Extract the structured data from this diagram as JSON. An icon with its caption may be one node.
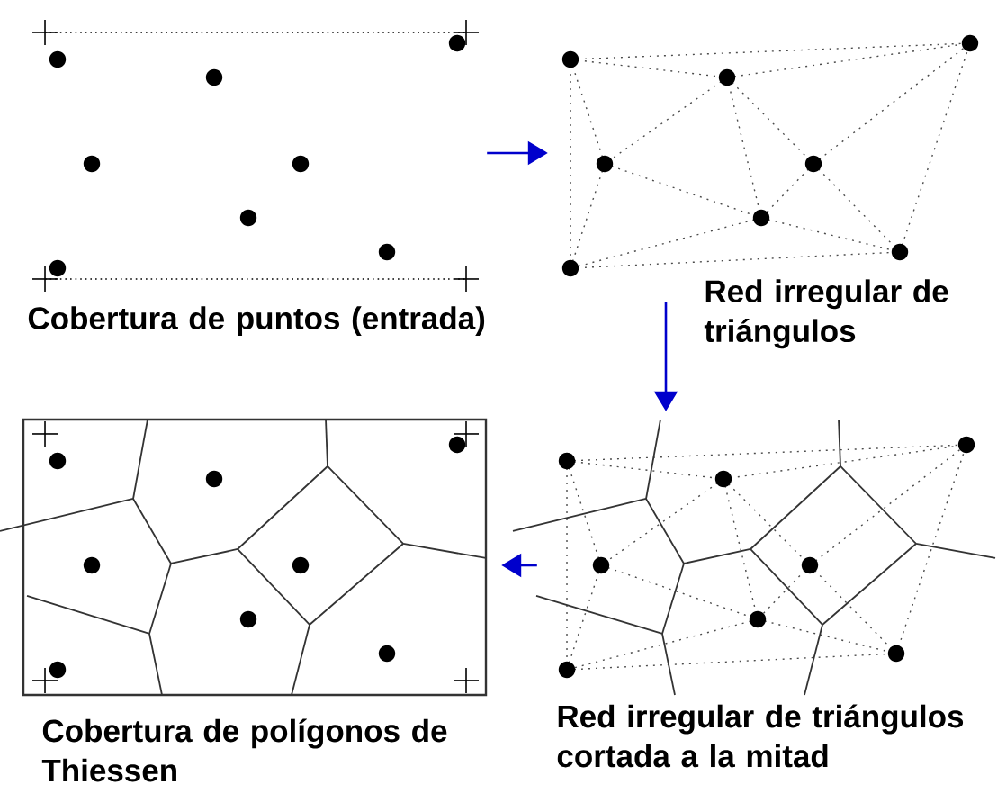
{
  "diagram": {
    "nodes": [
      {
        "text": [
          "Cobertura de puntos (entrada)"
        ]
      },
      {
        "text": [
          "Red irregular de triángulos"
        ]
      },
      {
        "text": [
          "Cobertura de polígonos de Thiessen"
        ]
      },
      {
        "text": [
          "Red irregular de triángulos cortada a la mitad"
        ]
      }
    ],
    "edges": [
      {
        "from": 0,
        "to": 1,
        "arrow": "to"
      },
      {
        "from": 1,
        "to": 3,
        "arrow": "to"
      },
      {
        "from": 3,
        "to": 2,
        "arrow": "to"
      }
    ]
  }
}
